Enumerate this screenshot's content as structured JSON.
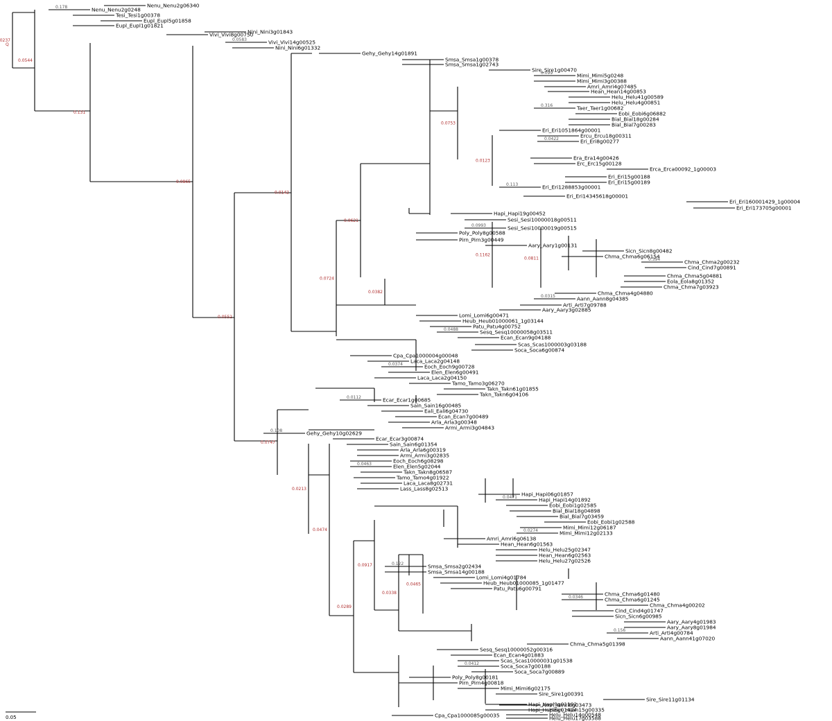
{
  "tree": {
    "label_color": "#000000",
    "marker_color": "#b03030",
    "scale_bar_label": "0.05",
    "root_mark": "Q",
    "leaves": [
      "Nenu_Nenu2g06340",
      "Nenu_Nenu2g0248",
      "Tesi_Tesi1g00378",
      "Eupl_Eupl5g01858",
      "Eupl_Eupl1g01821",
      "Vivi_Vivi8g00750",
      "Nini_Nini3g01843",
      "Vivi_Vivi14g00525",
      "Nini_Nini6g01332",
      "Gehy_Gehy14g01891",
      "Smsa_Smsa1g00378",
      "Smsa_Smsa1g02743",
      "Sire_Sire1g00470",
      "Mimi_Mimi5g0248",
      "Mimi_Mimi3g00388",
      "Amri_Amri4g07485",
      "Hean_Hean14g00853",
      "Helu_Helu41g00589",
      "Helu_Helu4g00851",
      "Taer_Taer1g00682",
      "Eobi_Eobi6g06882",
      "Bial_Bial18g00284",
      "Bial_Bial7g00283",
      "Eri_Eri1051864g00001",
      "Ercu_Ercu18g00311",
      "Eri_Eri8g00277",
      "Era_Era14g00426",
      "Erc_Erc15g00128",
      "Erca_Erca00092_1g00003",
      "Eri_Eri15g00188",
      "Eri_Eri15g00189",
      "Eri_Eri1288853g00001",
      "Eri_Eri14345618g00001",
      "Eri_Eri160001429_1g00004",
      "Eri_Eri173705g00001",
      "Hapi_Hapi19g00452",
      "Sesi_Sesi10000018g00511",
      "Sesi_Sesi10000019g00515",
      "Poly_Poly8g00588",
      "Pirn_Pirn3g00449",
      "Aary_Aary1g00131",
      "Sicn_Sicn8g00482",
      "Chma_Chma6g06154",
      "Chma_Chma2g00232",
      "Cind_Cind7g00891",
      "Chma_Chma5g04881",
      "Eola_Eola8g01352",
      "Chma_Chma7g03923",
      "Chma_Chma4g04880",
      "Aann_Aann8g04385",
      "Arti_Arti7g09788",
      "Aary_Aary3g02885",
      "Lomi_Lomi6g00471",
      "Heub_Heub01000061_1g03144",
      "Patu_Patu4g00752",
      "Sesq_Sesq10000058g03511",
      "Ecan_Ecan9g04188",
      "Scas_Scas1000003g03188",
      "Soca_Soca6g00874",
      "Cpa_Cpa1000004g00048",
      "Laca_Laca2g04148",
      "Eoch_Eoch9g00728",
      "Elen_Elen6g00491",
      "Laca_Laca2g04150",
      "Tamo_Tamo3g06270",
      "Takn_Takn61g01855",
      "Takn_Takn6g04106",
      "Ecar_Ecar1g00685",
      "Sain_Sain16g00485",
      "Eali_Eali6g04730",
      "Ecan_Ecan7g00489",
      "Arla_Arla3g00348",
      "Armi_Armi3g04843",
      "Gehy_Gehy10g02629",
      "Ecar_Ecar3g00874",
      "Sain_Sain6g01354",
      "Arla_Arla6g00319",
      "Armi_Armi3g02835",
      "Eoch_Eoch6g08298",
      "Elen_Elen5g02044",
      "Takn_Takn8g06587",
      "Tamo_Tamo4g01922",
      "Laca_Laca8g02731",
      "Lass_Lass8g02513",
      "Hapi_Hapi06g01857",
      "Hapi_Hapi14g01892",
      "Eobi_Eobi1g02585",
      "Bial_Bial18g04898",
      "Bial_Bial7g03459",
      "Eobi_Eobi1g02588",
      "Mimi_Mimi12g06187",
      "Mimi_Mimi12g02133",
      "Amri_Amri6g06138",
      "Hean_Hean6g01563",
      "Helu_Helu25g02347",
      "Hean_Hean6g02563",
      "Helu_Helu27g02526",
      "Smsa_Smsa2g02434",
      "Smsa_Smsa14g00188",
      "Lomi_Lomi4g01784",
      "Heub_Heub01000085_1g01477",
      "Patu_Patu6g00791",
      "Chma_Chma6g01480",
      "Chma_Chma6g01245",
      "Chma_Chma4g00202",
      "Cind_Cind4g01747",
      "Sicn_Sicn6g00985",
      "Aary_Aary4g01983",
      "Aary_Aary8g01984",
      "Arti_Arti4g00784",
      "Aann_Aann41g07020",
      "Chma_Chma5g01398",
      "Sesq_Sesq10000052g00316",
      "Ecan_Ecan4g01883",
      "Scas_Scas10000031g01538",
      "Soca_Soca7g00188",
      "Soca_Soca7g00889",
      "Poly_Poly8g00181",
      "Pirn_Pirn4g00818",
      "Mimi_Mimi6g02175",
      "Sire_Sire1g00391",
      "Sire_Sire11g01134",
      "Amri_Amri8g03473",
      "Hean_Hean15g00335",
      "Helu_Helu14g00548",
      "Helu_Helu17g03588",
      "Hapi_Hapi9g01192",
      "Hapi_Hapi6g01424",
      "Cpa_Cpa1000085g00035"
    ],
    "length_labels": [
      "0.178",
      "0.0583",
      "0.099",
      "0.316",
      "0.0422",
      "0.113",
      "0.0993",
      "0.394",
      "0.0315",
      "0.0488",
      "0.0374",
      "0.0112",
      "0.108",
      "0.0463",
      "0.0471",
      "0.0274",
      "0.122",
      "0.0346",
      "0.156",
      "0.0412"
    ],
    "node_labels": [
      "0.0237",
      "0.0544",
      "0.131",
      "0.0865",
      "0.0552",
      "0.0142",
      "0.0724",
      "0.0621",
      "0.0382",
      "0.0747",
      "0.0213",
      "0.0474",
      "0.0289",
      "0.0917",
      "0.0338",
      "0.0465",
      "0.0753",
      "0.0123",
      "0.1162",
      "0.0811"
    ]
  }
}
